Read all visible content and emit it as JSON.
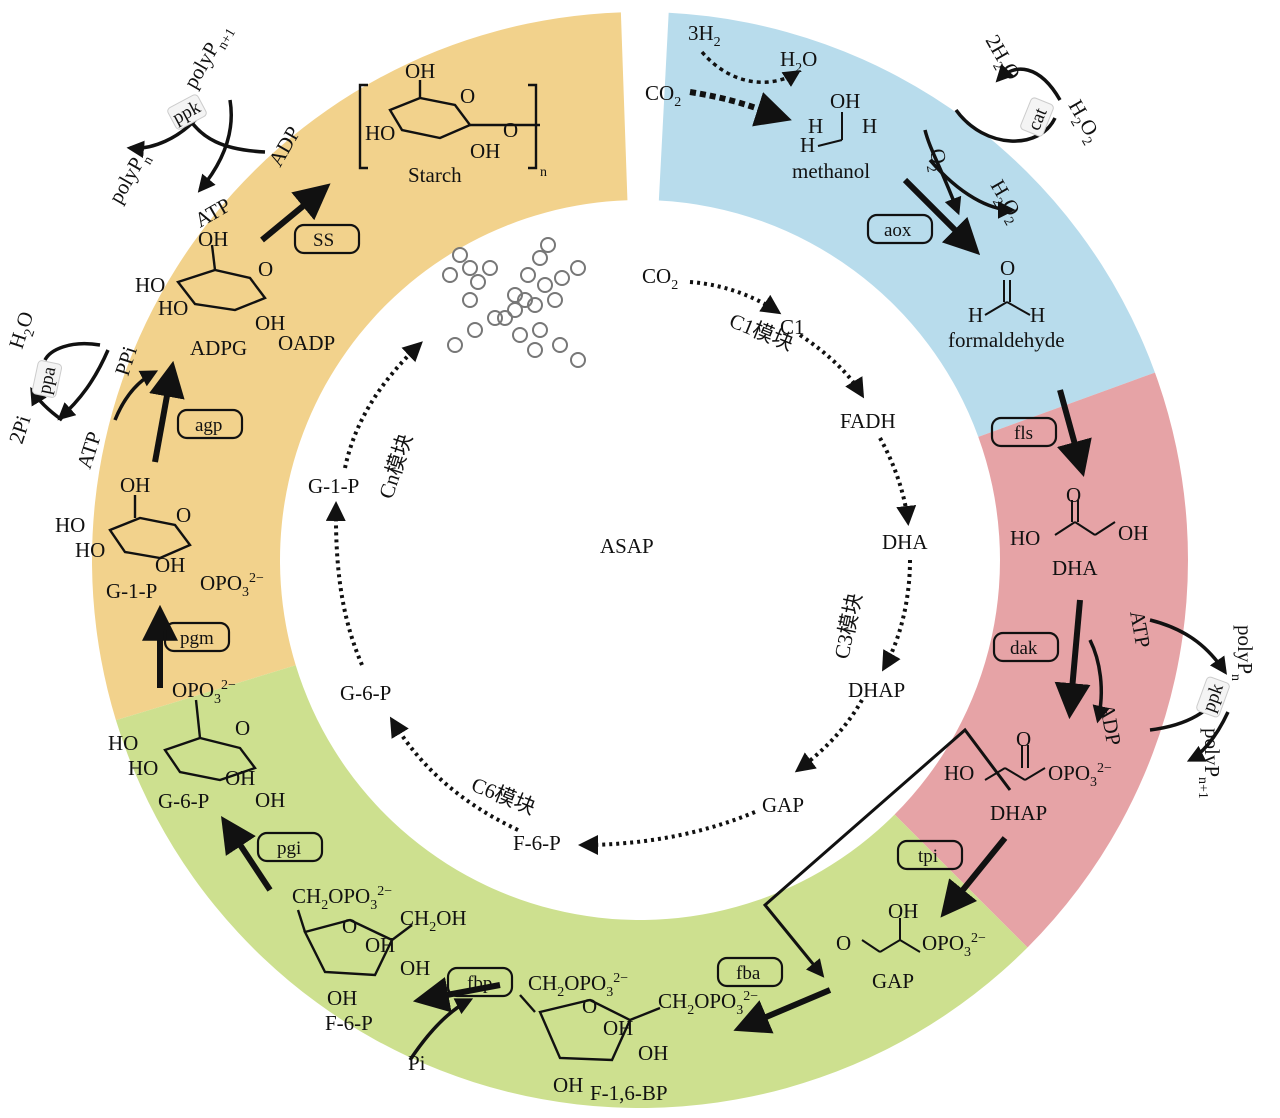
{
  "center_label": "ASAP",
  "colors": {
    "orange": "#f2d28c",
    "blue": "#b8dcec",
    "pink": "#e6a3a6",
    "green": "#cde08f",
    "stroke": "#111111"
  },
  "inner_cycle": {
    "co2": "CO2",
    "c1": "C1",
    "fadh": "FADH",
    "dha": "DHA",
    "dhap": "DHAP",
    "gap": "GAP",
    "f6p": "F-6-P",
    "g6p": "G-6-P",
    "g1p": "G-1-P",
    "module_c1": "C1模块",
    "module_c3": "C3模块",
    "module_c6": "C6模块",
    "module_cn": "Cn模块"
  },
  "enzymes": {
    "ss": "SS",
    "agp": "agp",
    "pgm": "pgm",
    "pgi": "pgi",
    "fbp": "fbp",
    "fba": "fba",
    "tpi": "tpi",
    "dak": "dak",
    "fls": "fls",
    "aox": "aox",
    "cat": "cat",
    "ppk_top": "ppk",
    "ppk_right": "ppk",
    "ppa": "ppa"
  },
  "molecules": {
    "starch": "Starch",
    "methanol": "methanol",
    "formaldehyde": "formaldehyde",
    "dha": "DHA",
    "dhap": "DHAP",
    "gap": "GAP",
    "f16bp": "F-1,6-BP",
    "f6p": "F-6-P",
    "g6p": "G-6-P",
    "g1p": "G-1-P",
    "adpg": "ADPG",
    "oadp": "OADP"
  },
  "cofactors": {
    "h3": "3H",
    "h3_sub": "2",
    "co2": "CO",
    "co2_sub": "2",
    "h2o": "H",
    "h2o_sub": "2",
    "h2o_end": "O",
    "twoh2o": "2H",
    "twoh2o_sub": "2",
    "twoh2o_end": "O",
    "h2o2": "H",
    "h2o2_sub1": "2",
    "h2o2_mid": "O",
    "h2o2_sub2": "2",
    "o2": "O",
    "o2_sub": "2",
    "atp": "ATP",
    "adp": "ADP",
    "ppi": "PPi",
    "twopi": "2Pi",
    "pi": "Pi",
    "polyp_n": "polyP",
    "sub_n": "n",
    "sub_n1": "n+1",
    "oh": "OH",
    "ho": "HO",
    "h": "H",
    "o": "O",
    "opo3": "OPO",
    "opo3_sub": "3",
    "opo3_sup": "2−",
    "ch2opo3": "CH",
    "ch2opo3_sub": "2",
    "ch2opo3_mid": "OPO",
    "ch2oh_mid": "OH"
  }
}
